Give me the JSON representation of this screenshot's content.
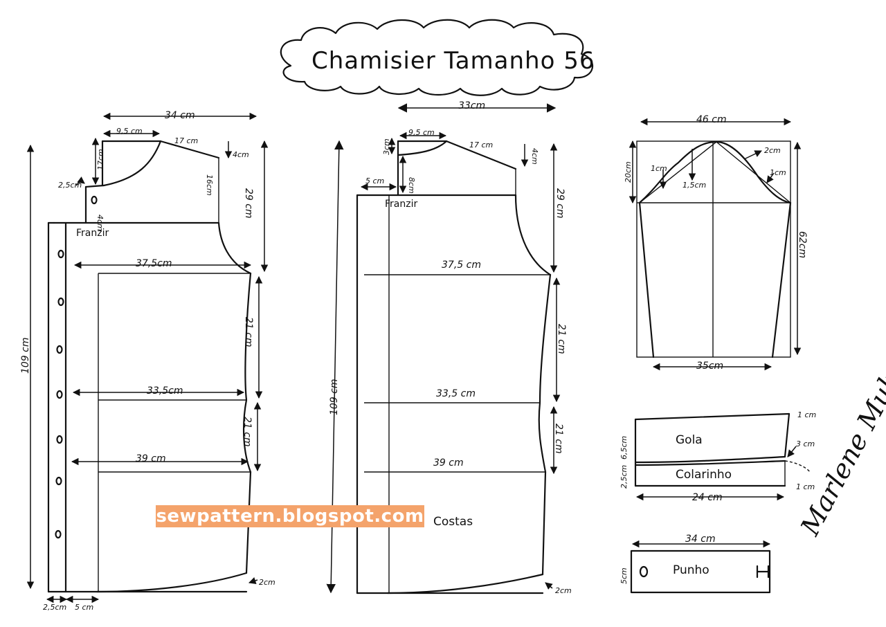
{
  "title": "Chamisier Tamanho 56",
  "watermark": "sewpattern.blogspot.com",
  "signature": "Marlene Mukai",
  "front": {
    "width_top": "34 cm",
    "neck_width": "9,5 cm",
    "shoulder": "17 cm",
    "shoulder_drop": "4cm",
    "neck_depth": "17cm",
    "armhole_depth": "16cm",
    "placket_offset": "2,5cm",
    "yoke_step": "4cm",
    "yoke_height": "29 cm",
    "franzir": "Franzir",
    "bust": "37,5cm",
    "waist": "33,5cm",
    "hip": "39 cm",
    "seg1": "21 cm",
    "seg2": "21 cm",
    "length": "109 cm",
    "hem_curve": "2cm",
    "placket_width": "2,5cm",
    "facing_width": "5 cm"
  },
  "back": {
    "width_top": "33cm",
    "neck_width": "9,5 cm",
    "neck_rise": "3cm",
    "shoulder": "17 cm",
    "shoulder_drop": "4cm",
    "yoke_inset": "5 cm",
    "yoke_drop": "8cm",
    "franzir": "Franzir",
    "yoke_height": "29 cm",
    "bust": "37,5 cm",
    "waist": "33,5 cm",
    "hip": "39 cm",
    "seg1": "21 cm",
    "seg2": "21 cm",
    "length": "109 cm",
    "hem_curve": "2cm",
    "label": "Costas"
  },
  "sleeve": {
    "width_top": "46 cm",
    "cap_height": "20cm",
    "curve_out": "2cm",
    "curve_in_left": "1cm",
    "curve_in_right": "1cm",
    "center_drop": "1,5cm",
    "length": "62cm",
    "width_bottom": "35cm"
  },
  "collar": {
    "gola": "Gola",
    "colarinho": "Colarinho",
    "gola_height": "6,5cm",
    "colarinho_height": "2,5cm",
    "width": "24 cm",
    "tip_top": "1 cm",
    "tip_mid": "3 cm",
    "tip_bottom": "1 cm"
  },
  "cuff": {
    "label": "Punho",
    "width": "34 cm",
    "height": "5cm"
  }
}
